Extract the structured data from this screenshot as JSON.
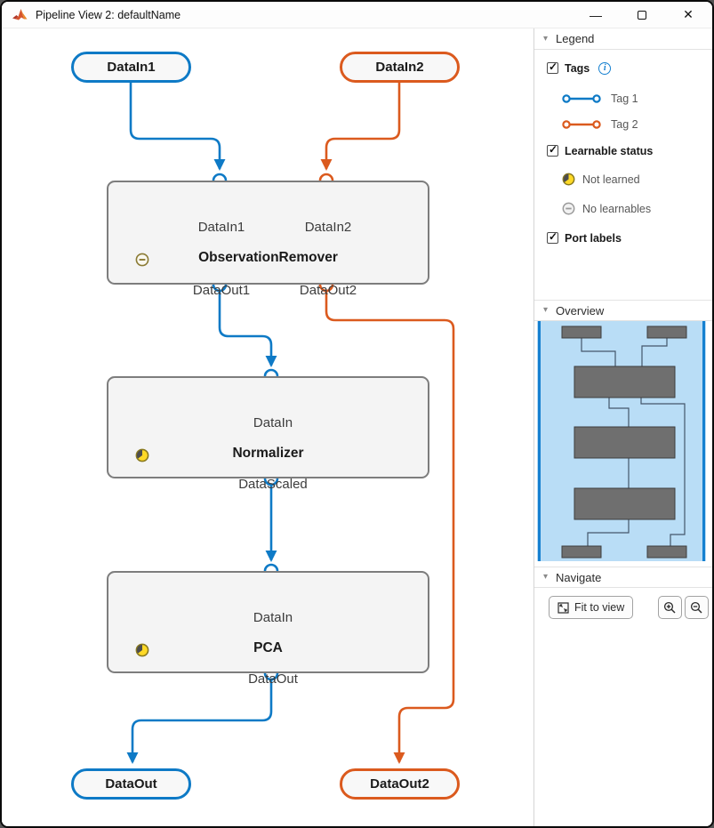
{
  "window": {
    "title": "Pipeline View 2: defaultName",
    "icons": {
      "logo": "matlab-logo",
      "minimize": "—",
      "close": "✕",
      "collapse": "▾"
    }
  },
  "canvas": {
    "nodes": {
      "datain1": {
        "label": "DataIn1",
        "tag_color": "#0e7ac6"
      },
      "datain2": {
        "label": "DataIn2",
        "tag_color": "#db5a1e"
      },
      "observation_remover": {
        "title": "ObservationRemover",
        "inputs": [
          "DataIn1",
          "DataIn2"
        ],
        "outputs": [
          "DataOut1",
          "DataOut2"
        ],
        "status": "no-learnables"
      },
      "normalizer": {
        "title": "Normalizer",
        "inputs": [
          "DataIn"
        ],
        "outputs": [
          "DataScaled"
        ],
        "status": "not-learned"
      },
      "pca": {
        "title": "PCA",
        "inputs": [
          "DataIn"
        ],
        "outputs": [
          "DataOut"
        ],
        "status": "not-learned"
      },
      "dataout": {
        "label": "DataOut",
        "tag_color": "#0e7ac6"
      },
      "dataout2": {
        "label": "DataOut2",
        "tag_color": "#db5a1e"
      }
    },
    "colors": {
      "tag1": "#0e7ac6",
      "tag2": "#db5a1e",
      "block_border": "#7d7d7d",
      "block_fill": "#f4f4f4",
      "not_learned_yellow": "#ffd926",
      "no_learnables_gray": "#9a9a9a"
    }
  },
  "panel": {
    "legend": {
      "header": "Legend",
      "tags": {
        "label": "Tags",
        "checked": true
      },
      "tag_items": [
        {
          "label": "Tag 1",
          "color": "#0e7ac6"
        },
        {
          "label": "Tag 2",
          "color": "#db5a1e"
        }
      ],
      "learnable": {
        "label": "Learnable status",
        "checked": true
      },
      "status_items": [
        {
          "label": "Not learned",
          "icon": "clock-not-learned-icon"
        },
        {
          "label": "No learnables",
          "icon": "circle-minus-icon"
        }
      ],
      "port_labels": {
        "label": "Port labels",
        "checked": true
      }
    },
    "overview": {
      "header": "Overview",
      "viewport_color": "#1580d0",
      "map_bg": "#b9ddf6"
    },
    "navigate": {
      "header": "Navigate",
      "fit_button": "Fit to view"
    }
  }
}
